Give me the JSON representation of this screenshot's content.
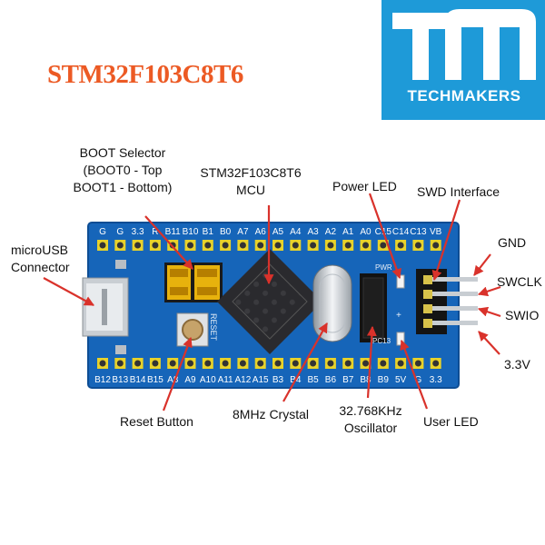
{
  "title": "STM32F103C8T6",
  "logo": {
    "icon": "tm-logo-icon",
    "brand": "TECHMAKERS",
    "colors": {
      "blue": "#1e9ad8",
      "white": "#ffffff"
    }
  },
  "colors": {
    "board": "#1665b9",
    "arrow": "#d9322b",
    "title": "#ec5a24",
    "header": "#e8d22a"
  },
  "labels": {
    "boot_selector": [
      "BOOT Selector",
      "(BOOT0 - Top",
      "BOOT1 - Bottom)"
    ],
    "mcu": [
      "STM32F103C8T6",
      "MCU"
    ],
    "power_led": "Power LED",
    "swd_interface": "SWD Interface",
    "gnd": "GND",
    "swclk": "SWCLK",
    "swio": "SWIO",
    "v33": "3.3V",
    "microusb": [
      "microUSB",
      "Connector"
    ],
    "reset_button": "Reset Button",
    "crystal": "8MHz Crystal",
    "oscillator": [
      "32.768KHz",
      "Oscillator"
    ],
    "user_led": "User LED"
  },
  "board": {
    "top_pins": [
      "G",
      "G",
      "3.3",
      "R",
      "B11",
      "B10",
      "B1",
      "B0",
      "A7",
      "A6",
      "A5",
      "A4",
      "A3",
      "A2",
      "A1",
      "A0",
      "C15",
      "C14",
      "C13",
      "VB"
    ],
    "bottom_pins": [
      "B12",
      "B13",
      "B14",
      "B15",
      "A8",
      "A9",
      "A10",
      "A11",
      "A12",
      "A15",
      "B3",
      "B4",
      "B5",
      "B6",
      "B7",
      "B8",
      "B9",
      "5V",
      "G",
      "3.3"
    ],
    "silk_pwr": "PWR",
    "silk_pc13": "PC13",
    "silk_reset": "RESET",
    "silk_plus": "+"
  }
}
